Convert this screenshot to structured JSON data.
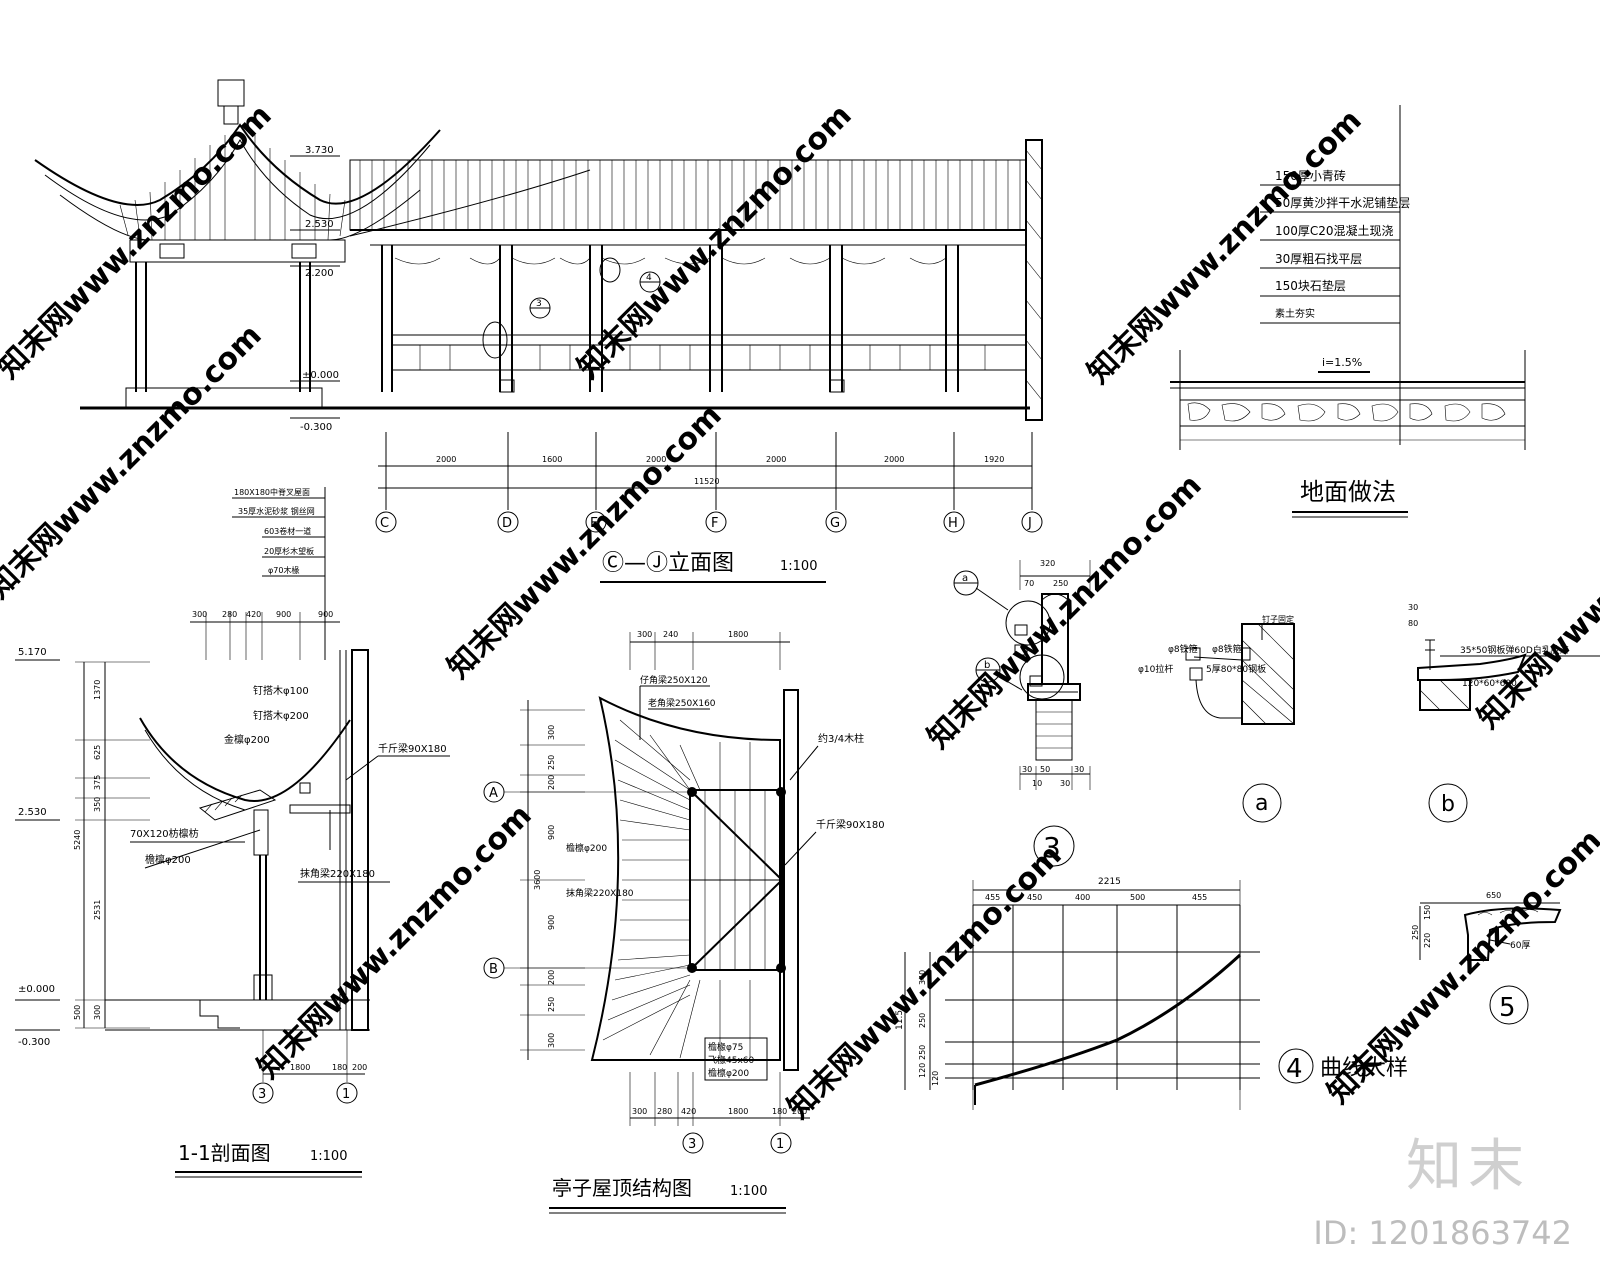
{
  "watermark": {
    "site": "知末网www.znzmo.com",
    "logo": "知末",
    "id": "ID: 1201863742"
  },
  "elevation": {
    "title": "Ⓒ—Ⓙ立面图",
    "scale": "1:100",
    "levels": [
      "3.730",
      "2.530",
      "2.200",
      "±0.000",
      "-0.300"
    ],
    "spans": [
      "2000",
      "1600",
      "2000",
      "2000",
      "2000",
      "1920"
    ],
    "total": "11520",
    "axes": [
      "C",
      "D",
      "E",
      "F",
      "G",
      "H",
      "J"
    ],
    "callouts": [
      "3",
      "4"
    ]
  },
  "floor": {
    "title": "地面做法",
    "layers": [
      "150厚小青砖",
      "50厚黄沙拌干水泥铺垫层",
      "100厚C20混凝土现浇",
      "30厚粗石找平层",
      "150块石垫层",
      "素土夯实"
    ],
    "slope": "i=1.5%"
  },
  "section": {
    "title": "1-1剖面图",
    "scale": "1:100",
    "notes": [
      "180X180中脊叉屋面",
      "35厚水泥砂浆 钢丝网",
      "603卷材一道",
      "20厚杉木望板",
      "φ70木椽"
    ],
    "levels": [
      "5.170",
      "2.530",
      "±0.000",
      "-0.300"
    ],
    "top_dims": [
      "300",
      "280",
      "420",
      "900",
      "900"
    ],
    "left_dims": [
      "1370",
      "625",
      "375",
      "350",
      "5240",
      "2531",
      "300",
      "500"
    ],
    "bottom_dims": [
      "1800",
      "180",
      "200"
    ],
    "labels": [
      "钉搭木φ100",
      "钉搭木φ200",
      "金檩φ200",
      "千斤梁90X180",
      "70X120枋檩枋",
      "檐檩φ200",
      "抹角梁220X180"
    ],
    "axes": [
      "3",
      "1"
    ]
  },
  "roof": {
    "title": "亭子屋顶结构图",
    "scale": "1:100",
    "top_dims": [
      "300",
      "240",
      "1800"
    ],
    "bottom_dims": [
      "300",
      "280",
      "420",
      "1800",
      "180",
      "200"
    ],
    "left_dims": [
      "300",
      "250",
      "200",
      "900",
      "3600",
      "900",
      "200",
      "250",
      "300"
    ],
    "labels": [
      "仔角梁250X120",
      "老角梁250X160",
      "檐檩φ200",
      "抹角梁220X180",
      "约3/4木柱",
      "千斤梁90X180",
      "檐椽φ75",
      "飞椽45x60",
      "檐檩φ200"
    ],
    "axes": [
      "A",
      "B",
      "3",
      "1"
    ]
  },
  "detail3": {
    "label": "3",
    "top_dims": [
      "320",
      "70",
      "250"
    ],
    "bottom_dims": [
      "30",
      "50",
      "30",
      "10",
      "30"
    ],
    "callouts": [
      "a",
      "b"
    ]
  },
  "detailA": {
    "label": "a",
    "labels": [
      "钉子固定",
      "φ8铁箍",
      "φ8铁箍",
      "φ10拉杆",
      "5厚80*80钢板"
    ]
  },
  "detailB": {
    "label": "b",
    "labels": [
      "35*50钢板弹60D白乳胶漆",
      "120*60*600",
      "30",
      "80"
    ]
  },
  "detail5": {
    "label": "5",
    "labels": [
      "650",
      "250",
      "150",
      "220",
      "60厚"
    ]
  },
  "curve": {
    "title": "曲线大样",
    "label": "4",
    "width_total": "2215",
    "col_dims": [
      "455",
      "450",
      "400",
      "500",
      "455"
    ],
    "row_dims": [
      "340",
      "250",
      "250",
      "120",
      "120"
    ],
    "height_total": "11.5"
  }
}
